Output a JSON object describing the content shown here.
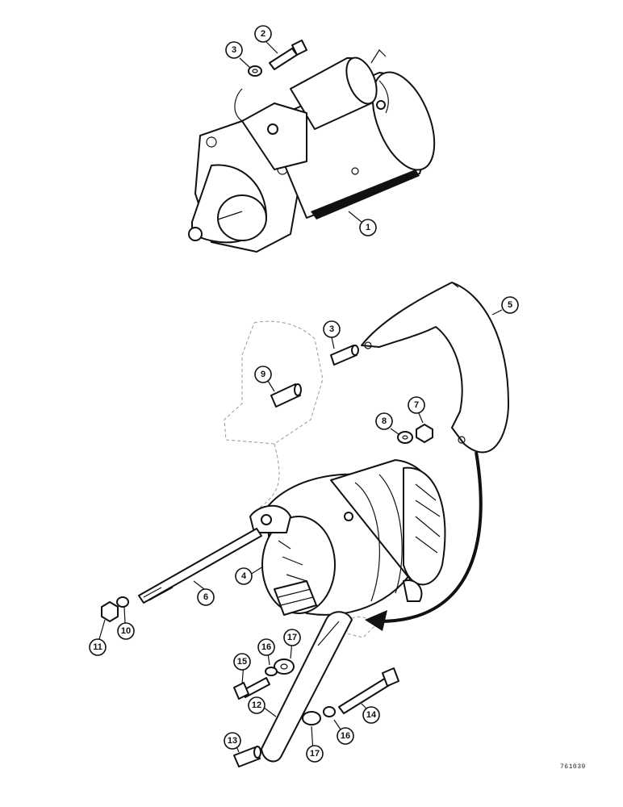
{
  "diagram": {
    "reference_code": "761039",
    "callouts": [
      {
        "id": "callout-1",
        "label": "1"
      },
      {
        "id": "callout-2",
        "label": "2"
      },
      {
        "id": "callout-3-top",
        "label": "3"
      },
      {
        "id": "callout-3-mid",
        "label": "3"
      },
      {
        "id": "callout-4",
        "label": "4"
      },
      {
        "id": "callout-5",
        "label": "5"
      },
      {
        "id": "callout-6",
        "label": "6"
      },
      {
        "id": "callout-7",
        "label": "7"
      },
      {
        "id": "callout-8",
        "label": "8"
      },
      {
        "id": "callout-9",
        "label": "9"
      },
      {
        "id": "callout-10",
        "label": "10"
      },
      {
        "id": "callout-11",
        "label": "11"
      },
      {
        "id": "callout-12",
        "label": "12"
      },
      {
        "id": "callout-13",
        "label": "13"
      },
      {
        "id": "callout-14",
        "label": "14"
      },
      {
        "id": "callout-15",
        "label": "15"
      },
      {
        "id": "callout-16-upper",
        "label": "16"
      },
      {
        "id": "callout-16-lower",
        "label": "16"
      },
      {
        "id": "callout-17-upper",
        "label": "17"
      },
      {
        "id": "callout-17-lower",
        "label": "17"
      }
    ]
  }
}
